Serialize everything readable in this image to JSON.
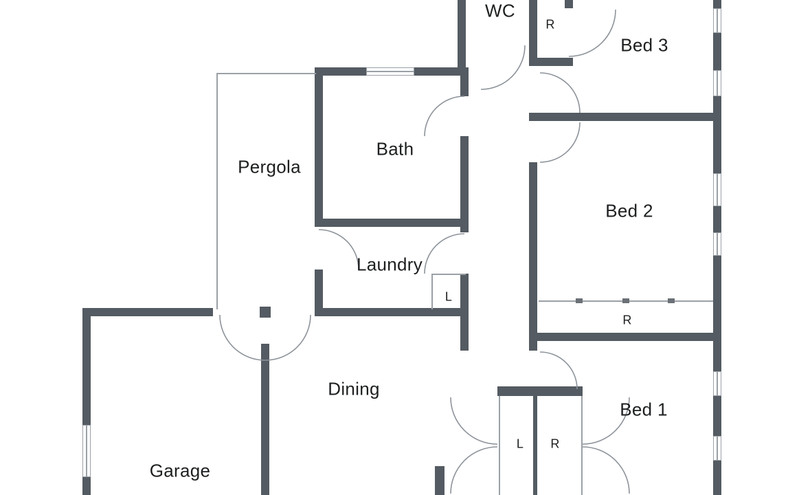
{
  "meta": {
    "title": "Residential floor plan"
  },
  "colors": {
    "wall": "#545b62",
    "thin_line": "#9aa0a6",
    "text": "#1d1f20",
    "background": "#ffffff"
  },
  "rooms": [
    {
      "id": "wc",
      "label": "WC"
    },
    {
      "id": "bed3",
      "label": "Bed 3"
    },
    {
      "id": "pergola",
      "label": "Pergola"
    },
    {
      "id": "bath",
      "label": "Bath"
    },
    {
      "id": "bed2",
      "label": "Bed 2"
    },
    {
      "id": "laundry",
      "label": "Laundry"
    },
    {
      "id": "dining",
      "label": "Dining"
    },
    {
      "id": "bed1",
      "label": "Bed 1"
    },
    {
      "id": "garage",
      "label": "Garage"
    }
  ],
  "markers": [
    {
      "id": "robe-bed3",
      "label": "R"
    },
    {
      "id": "linen-laundry",
      "label": "L"
    },
    {
      "id": "robe-bed2",
      "label": "R"
    },
    {
      "id": "closet-left",
      "label": "L"
    },
    {
      "id": "closet-right",
      "label": "R"
    }
  ]
}
